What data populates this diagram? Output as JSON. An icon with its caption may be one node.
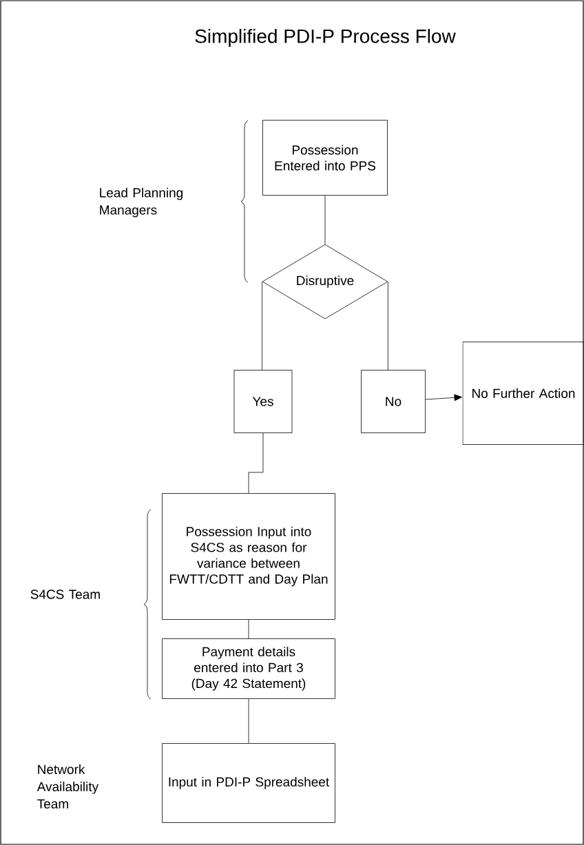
{
  "diagram": {
    "title": "Simplified PDI-P Process Flow",
    "nodes": [
      {
        "text": [
          "Possession Entered into PPS"
        ]
      },
      {
        "text": [
          "Disruptive"
        ]
      },
      {
        "text": [
          "Yes"
        ]
      },
      {
        "text": [
          "No"
        ]
      },
      {
        "text": [
          "No Further Action"
        ]
      },
      {
        "text": [
          "Possession Input into S4CS as reason for variance between FWTT/CDTT and Day Plan"
        ]
      },
      {
        "text": [
          "Payment details entered into Part 3 (Day 42 Statement)"
        ]
      },
      {
        "text": [
          "Input in PDI-P Spreadsheet"
        ]
      }
    ],
    "edges": [
      {
        "from": 0,
        "to": 1,
        "arrow": "none"
      },
      {
        "from": 1,
        "to": 2,
        "arrow": "none"
      },
      {
        "from": 1,
        "to": 3,
        "arrow": "none"
      },
      {
        "from": 3,
        "to": 4,
        "arrow": "to"
      },
      {
        "from": 2,
        "to": 5,
        "arrow": "none"
      },
      {
        "from": 5,
        "to": 6,
        "arrow": "none"
      },
      {
        "from": 6,
        "to": 7,
        "arrow": "none"
      }
    ],
    "labels": [
      "Lead Planning Managers",
      "S4CS Team",
      "Network Availability Team"
    ]
  }
}
